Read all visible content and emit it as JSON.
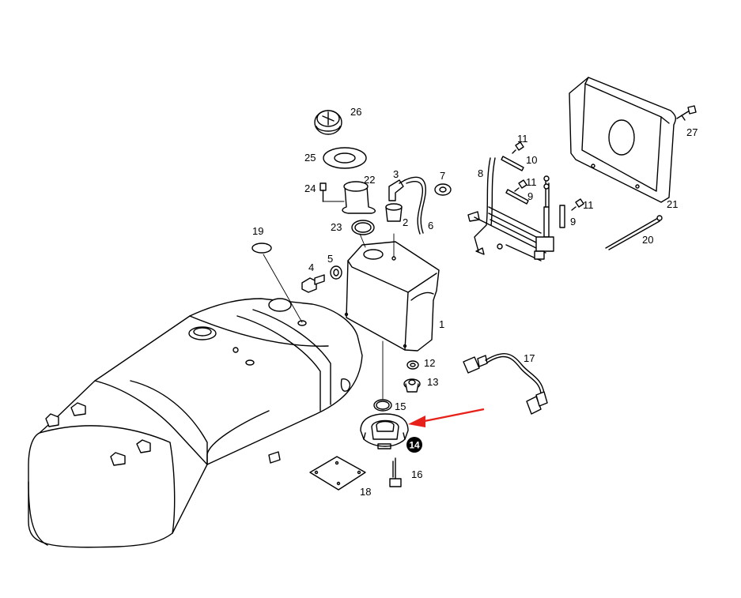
{
  "diagram": {
    "callouts": {
      "c1": "1",
      "c2": "2",
      "c3": "3",
      "c4": "4",
      "c5": "5",
      "c6": "6",
      "c7": "7",
      "c8": "8",
      "c9a": "9",
      "c9b": "9",
      "c10": "10",
      "c11a": "11",
      "c11b": "11",
      "c11c": "11",
      "c12": "12",
      "c13": "13",
      "c14": "14",
      "c15": "15",
      "c16": "16",
      "c17": "17",
      "c18": "18",
      "c19": "19",
      "c20": "20",
      "c21": "21",
      "c22": "22",
      "c23": "23",
      "c24": "24",
      "c25": "25",
      "c26": "26",
      "c27": "27"
    },
    "highlight_part": "14",
    "highlight_color": "#000000",
    "arrow_color": "#e8201a"
  }
}
